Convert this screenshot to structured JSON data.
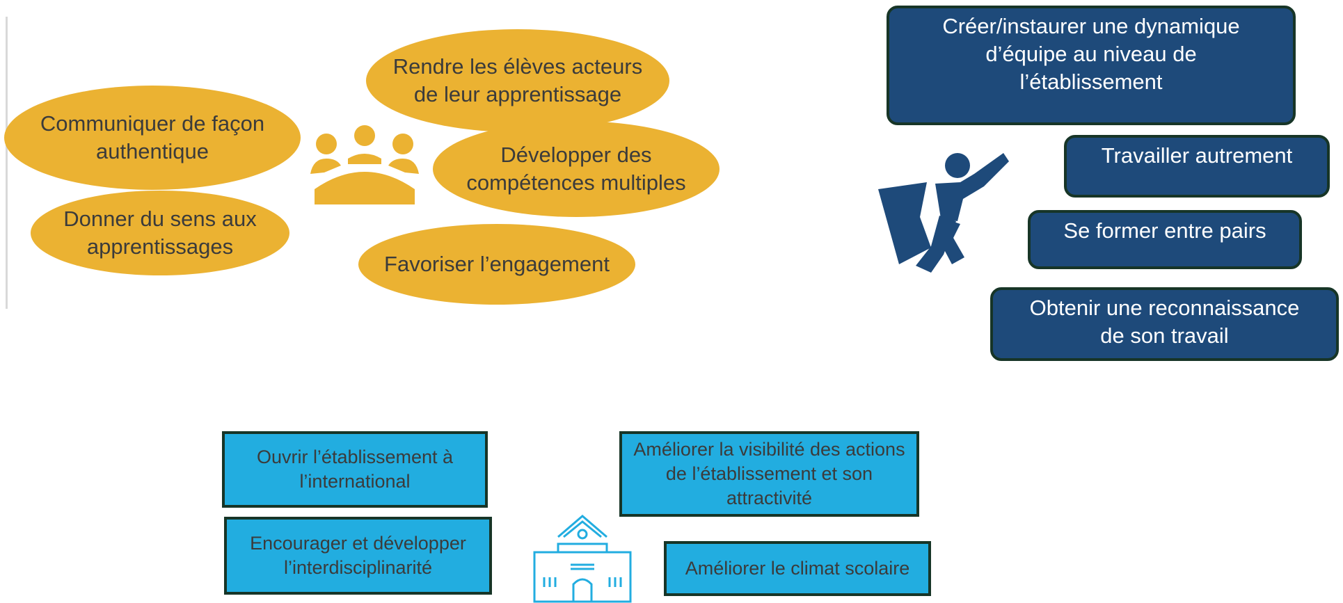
{
  "colors": {
    "student_ellipse": "#ebb232",
    "teacher_box": "#1e4a7a",
    "school_box": "#22ade0",
    "box_border": "#173527"
  },
  "icons": [
    "group-meeting-icon",
    "superhero-icon",
    "school-building-icon"
  ],
  "students": {
    "goals": [
      "Rendre les élèves acteurs\nde leur apprentissage",
      "Communiquer de façon\nauthentique",
      "Développer des\ncompétences multiples",
      "Donner du sens aux\napprentissages",
      "Favoriser l’engagement"
    ]
  },
  "teachers": {
    "goals": [
      "Créer/instaurer une dynamique\nd’équipe au niveau de\nl’établissement",
      "Travailler autrement",
      "Se former entre pairs",
      "Obtenir une reconnaissance\nde son travail"
    ]
  },
  "school": {
    "goals": [
      "Ouvrir l’établissement à\nl’international",
      "Améliorer la visibilité des actions\nde l’établissement et son\nattractivité",
      "Encourager et développer\nl’interdisciplinarité",
      "Améliorer le climat scolaire"
    ]
  }
}
